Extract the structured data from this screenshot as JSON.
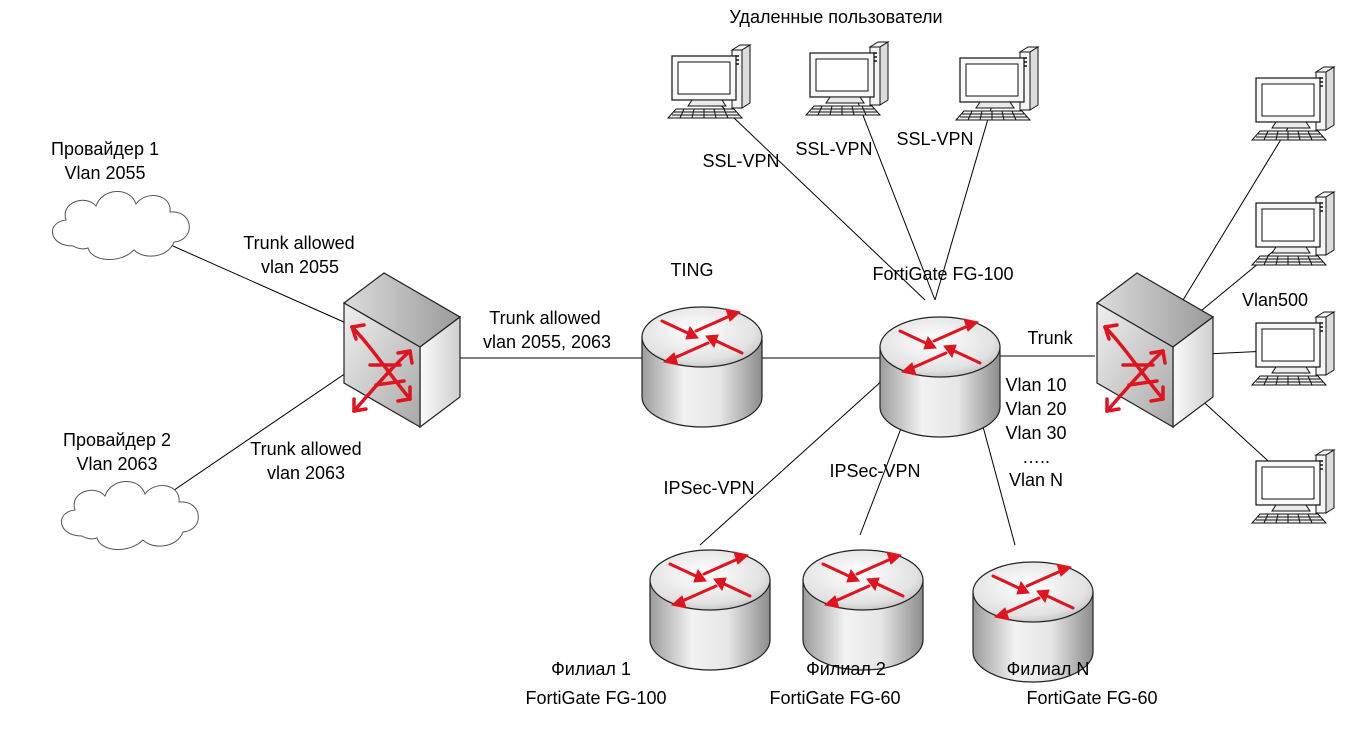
{
  "providers": [
    {
      "name": "Провайдер 1",
      "vlan": "Vlan 2055"
    },
    {
      "name": "Провайдер 2",
      "vlan": "Vlan 2063"
    }
  ],
  "trunks": {
    "provider1": {
      "line1": "Trunk allowed",
      "line2": "vlan 2055"
    },
    "provider2": {
      "line1": "Trunk allowed",
      "line2": "vlan 2063"
    },
    "to_ting": {
      "line1": "Trunk allowed",
      "line2": "vlan 2055, 2063"
    },
    "to_lan": "Trunk"
  },
  "routers": {
    "ting": "TING",
    "core": "FortiGate FG-100"
  },
  "remote_users": {
    "title": "Удаленные пользователи",
    "vpn_labels": [
      "SSL-VPN",
      "SSL-VPN",
      "SSL-VPN"
    ]
  },
  "branches": [
    {
      "name": "Филиал 1",
      "device": "FortiGate FG-100",
      "vpn": "IPSec-VPN"
    },
    {
      "name": "Филиал 2",
      "device": "FortiGate FG-60",
      "vpn": "IPSec-VPN"
    },
    {
      "name": "Филиал N",
      "device": "FortiGate FG-60"
    }
  ],
  "vlans": [
    "Vlan 10",
    "Vlan 20",
    "Vlan 30",
    "…..",
    "Vlan N"
  ],
  "lan": {
    "vlan": "Vlan500"
  },
  "colors": {
    "arrow": "#e0141e",
    "line": "#000000"
  },
  "icons": [
    "cloud-icon",
    "switch-icon",
    "router-icon",
    "computer-icon"
  ]
}
